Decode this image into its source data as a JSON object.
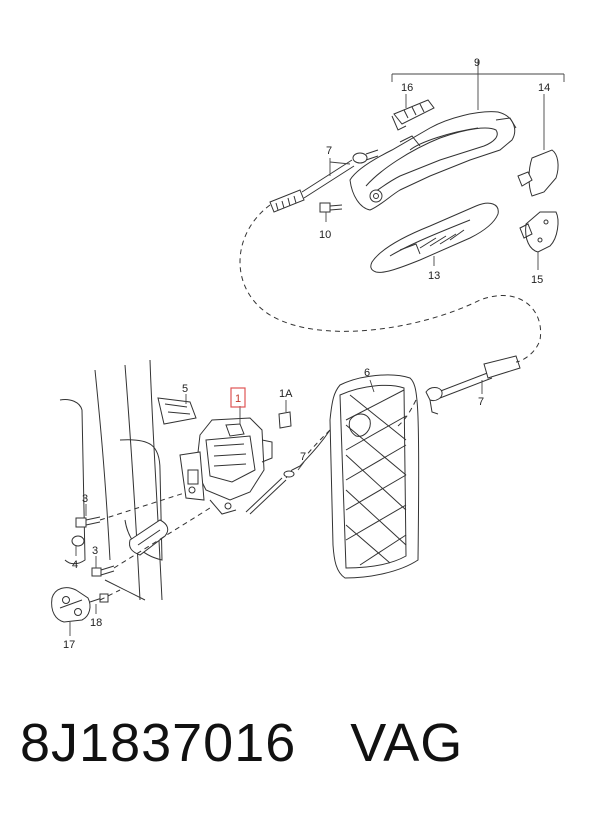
{
  "callouts": {
    "c9": "9",
    "c16": "16",
    "c14": "14",
    "c7a": "7",
    "c10": "10",
    "c13": "13",
    "c15": "15",
    "c6": "6",
    "c7b": "7",
    "c5": "5",
    "c1": "1",
    "c1A": "1A",
    "c7c": "7",
    "c3a": "3",
    "c4": "4",
    "c3b": "3",
    "c18": "18",
    "c17": "17"
  },
  "highlight_color": "#e05555",
  "footer": {
    "part_number": "8J1837016",
    "brand": "VAG"
  }
}
